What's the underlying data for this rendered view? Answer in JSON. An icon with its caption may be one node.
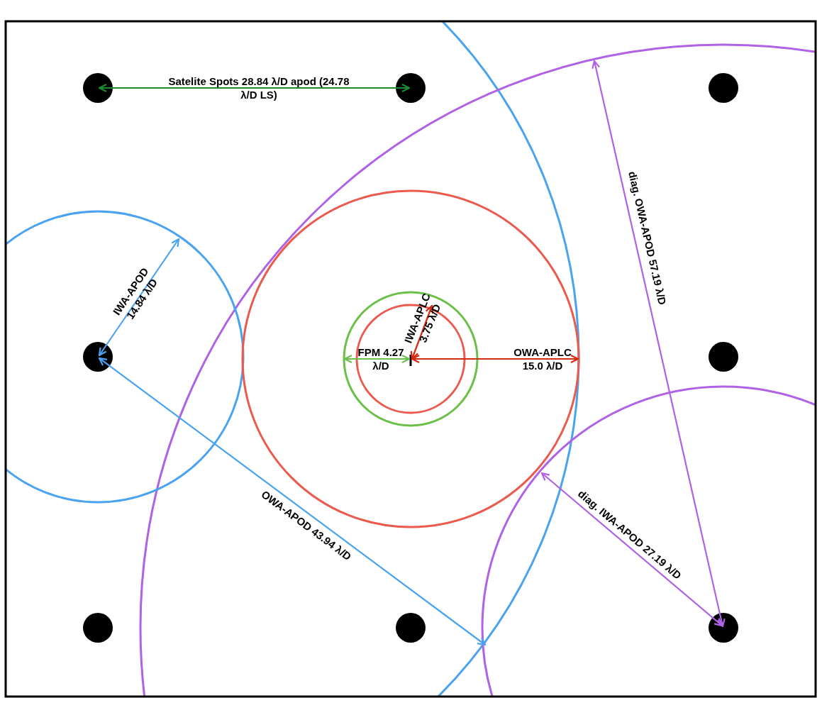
{
  "diagram": {
    "labels": [
      "Satelite Spots 28.84 λ/D apod (24.78 λ/D LS)",
      "IWA-APOD 14.84 λ/D",
      "IWA-APLC 3.75 λ/D",
      "FPM 4.27 λ/D",
      "OWA-APLC 15.0 λ/D",
      "diag. OWA-APOD 57.19 λ/D",
      "OWA-APOD 43.94 λ/D",
      "diag. IWA-APOD 27.19 λ/D"
    ]
  }
}
